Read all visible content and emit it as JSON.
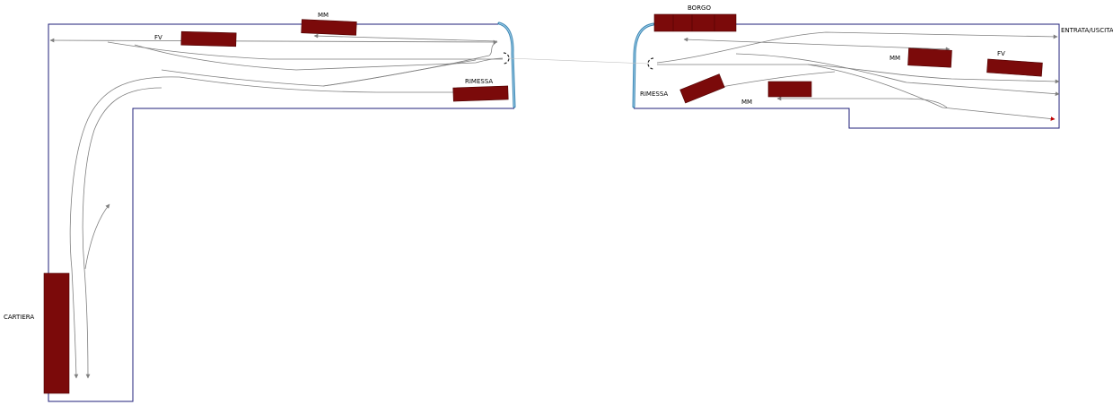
{
  "colors": {
    "building": "#7b0a0a",
    "track": "#7f7f7f",
    "border": "#1f1f7a",
    "water": "#3d86b3",
    "exit_arrow": "#c00000"
  },
  "labels": {
    "fv_left": "FV",
    "mm_top_left": "MM",
    "rimessa_left": "RIMESSA",
    "borgo": "BORGO",
    "entrata_uscita": "ENTRATA/USCITA",
    "mm_right_upper": "MM",
    "fv_right": "FV",
    "rimessa_right": "RIMESSA",
    "mm_right_lower": "MM",
    "cartiera": "CARTIERA"
  }
}
